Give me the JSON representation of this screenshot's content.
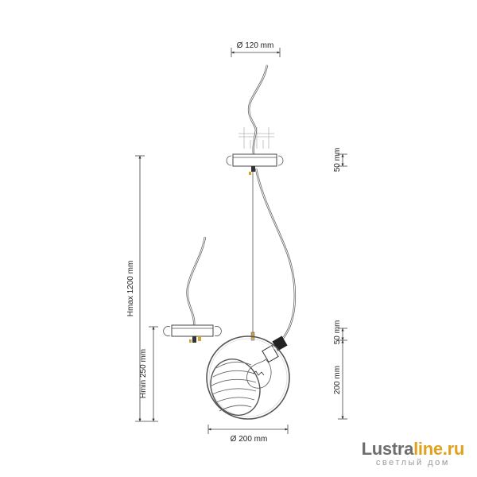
{
  "dimensions": {
    "canopy_diameter": "Ø 120 mm",
    "canopy_height_top": "50 mm",
    "hmax": "Hmax 1200 mm",
    "hmin": "Hmin 250 mm",
    "canopy_height_bottom": "50 mm",
    "shade_height": "200 mm",
    "shade_diameter": "Ø 200 mm"
  },
  "watermark": {
    "brand_part1": "Lustra",
    "brand_part2": "line.ru",
    "tagline": "светлый дом"
  }
}
